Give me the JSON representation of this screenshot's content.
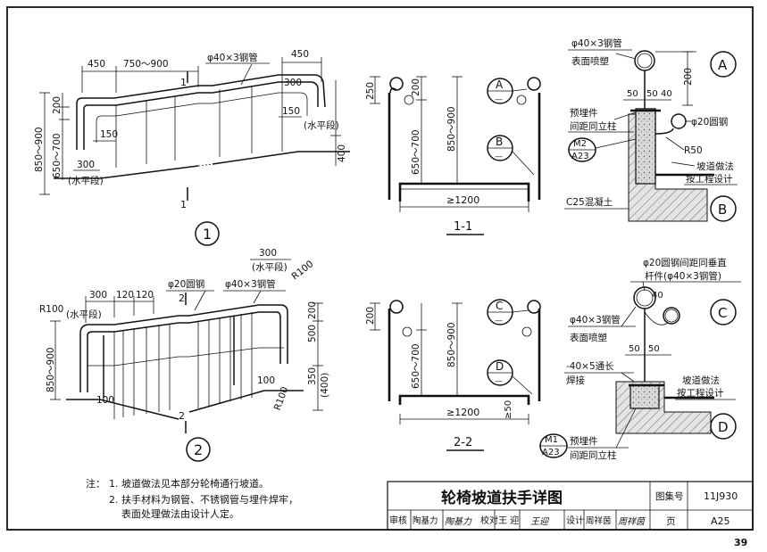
{
  "title_block": {
    "title": "轮椅坡道扶手详图",
    "atlas_label": "图集号",
    "atlas_no": "11J930",
    "page_label": "页",
    "page_no": "A25",
    "review_label": "审核",
    "review_name": "陶基力",
    "review_sig": "陶基力",
    "check_label": "校对",
    "check_name": "王 迎",
    "check_sig": "王迎",
    "design_label": "设计",
    "design_name": "周祥茵",
    "design_sig": "周祥茵"
  },
  "sheet_page_number": "39",
  "notes": {
    "heading": "注：",
    "line1": "1. 坡道做法见本部分轮椅通行坡道。",
    "line2": "2. 扶手材料为钢管、不锈钢管与埋件焊牢，",
    "line3": "表面处理做法由设计人定。"
  },
  "fig1": {
    "number": "1",
    "dim_450a": "450",
    "dim_750_900": "750～900",
    "pipe": "φ40×3钢管",
    "dim_450b": "450",
    "dim_300": "300",
    "dim_150a": "150",
    "horizontal_right": "(水平段)",
    "dim_200": "200",
    "dim_150b": "150",
    "dim_850_900": "850～900",
    "dim_650_700": "650～700",
    "dim_300b": "300",
    "horizontal_left": "(水平段)",
    "dim_400": "400",
    "section_mark": "1"
  },
  "fig2": {
    "number": "2",
    "dim_300": "300",
    "dim_120a": "120",
    "dim_120b": "120",
    "round_bar": "φ20圆钢",
    "pipe": "φ40×3钢管",
    "dim_300b": "300",
    "horizontal_right": "(水平段)",
    "r100a": "R100",
    "r100b": "R100",
    "horizontal_left": "(水平段)",
    "r100c": "R100",
    "dim_850_900": "850～900",
    "dim_200": "200",
    "dim_500": "500",
    "dim_350": "350",
    "dim_400": "(400)",
    "dim_100a": "100",
    "dim_100b": "100",
    "section_mark": "2"
  },
  "sec11": {
    "label": "1-1",
    "dim_250": "250",
    "dim_200": "200",
    "dim_650_700": "650～700",
    "dim_850_900": "850～900",
    "dim_1200": "≥1200",
    "callout_a": "A",
    "callout_b": "B",
    "dash": "—"
  },
  "sec22": {
    "label": "2-2",
    "dim_200": "200",
    "dim_650_700": "650～700",
    "dim_850_900": "850～900",
    "dim_1200": "≥1200",
    "dim_50": "≥50",
    "callout_c": "C",
    "callout_d": "D",
    "dash": "—"
  },
  "detailA": {
    "callout": "A",
    "pipe": "φ40×3钢管",
    "finish": "表面喷塑",
    "dim_200": "200",
    "dim_50a": "50",
    "dim_50b": "50",
    "dim_40": "40",
    "embed1": "预埋件",
    "embed2": "间距同立柱",
    "m2": "M2",
    "a23": "A23",
    "round_bar": "φ20圆钢",
    "r50": "R50",
    "ramp1": "坡道做法",
    "ramp2": "按工程设计",
    "concrete": "C25混凝土"
  },
  "detailB": {
    "callout": "B"
  },
  "detailC": {
    "callout": "C",
    "bar1": "φ20圆钢间距同垂直",
    "bar2": "杆件(φ40×3钢管)",
    "dim_40": "40",
    "pipe": "φ40×3钢管",
    "finish": "表面喷塑",
    "dim_50a": "50",
    "dim_50b": "50",
    "flat": "-40×5通长",
    "weld": "焊接",
    "ramp1": "坡道做法",
    "ramp2": "按工程设计"
  },
  "detailD": {
    "callout": "D",
    "m1": "M1",
    "a23": "A23",
    "embed1": "预埋件",
    "embed2": "间距同立柱"
  }
}
